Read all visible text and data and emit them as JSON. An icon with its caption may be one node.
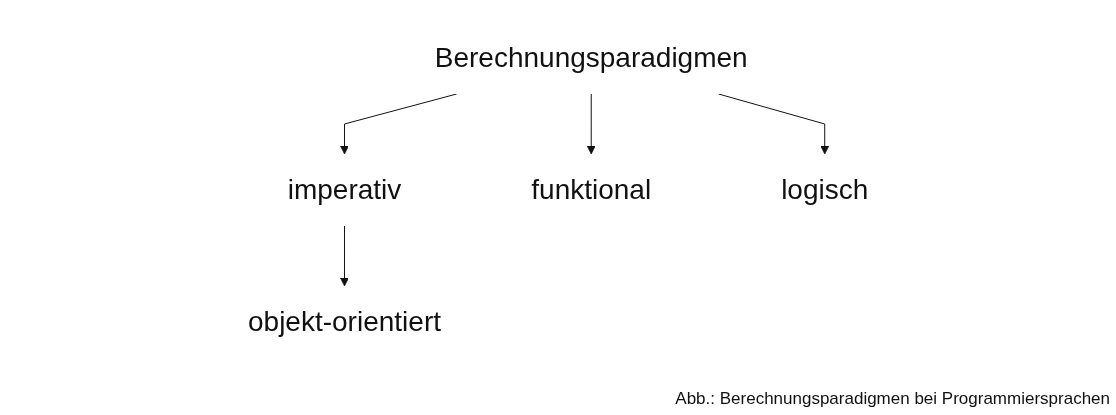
{
  "diagram": {
    "caption": "Abb.: Berechnungsparadigmen bei Programmiersprachen",
    "nodes": [
      {
        "text": [
          "Berechnungsparadigmen"
        ]
      },
      {
        "text": [
          "imperativ"
        ]
      },
      {
        "text": [
          "funktional"
        ]
      },
      {
        "text": [
          "logisch"
        ]
      },
      {
        "text": [
          "objekt-orientiert"
        ]
      }
    ],
    "edges": [
      {
        "from": 0,
        "to": 1,
        "arrow": "to"
      },
      {
        "from": 0,
        "to": 2,
        "arrow": "to"
      },
      {
        "from": 0,
        "to": 3,
        "arrow": "to"
      },
      {
        "from": 1,
        "to": 4,
        "arrow": "to"
      }
    ]
  }
}
